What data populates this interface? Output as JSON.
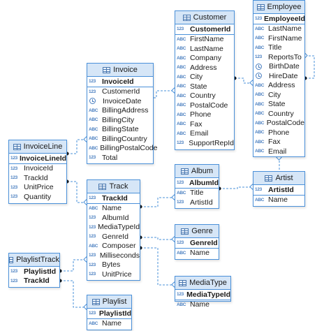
{
  "entities": {
    "employee": {
      "title": "Employee",
      "pk": [
        {
          "type": "123",
          "name": "EmployeeId"
        }
      ],
      "cols": [
        {
          "type": "ABC",
          "name": "LastName"
        },
        {
          "type": "ABC",
          "name": "FirstName"
        },
        {
          "type": "ABC",
          "name": "Title"
        },
        {
          "type": "123",
          "name": "ReportsTo"
        },
        {
          "type": "date",
          "name": "BirthDate"
        },
        {
          "type": "date",
          "name": "HireDate"
        },
        {
          "type": "ABC",
          "name": "Address"
        },
        {
          "type": "ABC",
          "name": "City"
        },
        {
          "type": "ABC",
          "name": "State"
        },
        {
          "type": "ABC",
          "name": "Country"
        },
        {
          "type": "ABC",
          "name": "PostalCode"
        },
        {
          "type": "ABC",
          "name": "Phone"
        },
        {
          "type": "ABC",
          "name": "Fax"
        },
        {
          "type": "ABC",
          "name": "Email"
        }
      ]
    },
    "customer": {
      "title": "Customer",
      "pk": [
        {
          "type": "123",
          "name": "CustomerId"
        }
      ],
      "cols": [
        {
          "type": "ABC",
          "name": "FirstName"
        },
        {
          "type": "ABC",
          "name": "LastName"
        },
        {
          "type": "ABC",
          "name": "Company"
        },
        {
          "type": "ABC",
          "name": "Address"
        },
        {
          "type": "ABC",
          "name": "City"
        },
        {
          "type": "ABC",
          "name": "State"
        },
        {
          "type": "ABC",
          "name": "Country"
        },
        {
          "type": "ABC",
          "name": "PostalCode"
        },
        {
          "type": "ABC",
          "name": "Phone"
        },
        {
          "type": "ABC",
          "name": "Fax"
        },
        {
          "type": "ABC",
          "name": "Email"
        },
        {
          "type": "123",
          "name": "SupportRepId"
        }
      ]
    },
    "invoice": {
      "title": "Invoice",
      "pk": [
        {
          "type": "123",
          "name": "InvoiceId"
        }
      ],
      "cols": [
        {
          "type": "123",
          "name": "CustomerId"
        },
        {
          "type": "date",
          "name": "InvoiceDate"
        },
        {
          "type": "ABC",
          "name": "BillingAddress"
        },
        {
          "type": "ABC",
          "name": "BillingCity"
        },
        {
          "type": "ABC",
          "name": "BillingState"
        },
        {
          "type": "ABC",
          "name": "BillingCountry"
        },
        {
          "type": "ABC",
          "name": "BillingPostalCode"
        },
        {
          "type": "123",
          "name": "Total"
        }
      ]
    },
    "invoiceline": {
      "title": "InvoiceLine",
      "pk": [
        {
          "type": "123",
          "name": "InvoiceLineId"
        }
      ],
      "cols": [
        {
          "type": "123",
          "name": "InvoiceId"
        },
        {
          "type": "123",
          "name": "TrackId"
        },
        {
          "type": "123",
          "name": "UnitPrice"
        },
        {
          "type": "123",
          "name": "Quantity"
        }
      ]
    },
    "track": {
      "title": "Track",
      "pk": [
        {
          "type": "123",
          "name": "TrackId"
        }
      ],
      "cols": [
        {
          "type": "ABC",
          "name": "Name"
        },
        {
          "type": "123",
          "name": "AlbumId"
        },
        {
          "type": "123",
          "name": "MediaTypeId"
        },
        {
          "type": "123",
          "name": "GenreId"
        },
        {
          "type": "ABC",
          "name": "Composer"
        },
        {
          "type": "123",
          "name": "Milliseconds"
        },
        {
          "type": "123",
          "name": "Bytes"
        },
        {
          "type": "123",
          "name": "UnitPrice"
        }
      ]
    },
    "album": {
      "title": "Album",
      "pk": [
        {
          "type": "123",
          "name": "AlbumId"
        }
      ],
      "cols": [
        {
          "type": "ABC",
          "name": "Title"
        },
        {
          "type": "123",
          "name": "ArtistId"
        }
      ]
    },
    "artist": {
      "title": "Artist",
      "pk": [
        {
          "type": "123",
          "name": "ArtistId"
        }
      ],
      "cols": [
        {
          "type": "ABC",
          "name": "Name"
        }
      ]
    },
    "genre": {
      "title": "Genre",
      "pk": [
        {
          "type": "123",
          "name": "GenreId"
        }
      ],
      "cols": [
        {
          "type": "ABC",
          "name": "Name"
        }
      ]
    },
    "mediatype": {
      "title": "MediaType",
      "pk": [
        {
          "type": "123",
          "name": "MediaTypeId"
        }
      ],
      "cols": [
        {
          "type": "ABC",
          "name": "Name"
        }
      ]
    },
    "playlisttrack": {
      "title": "PlaylistTrack",
      "pk": [
        {
          "type": "123",
          "name": "PlaylistId"
        },
        {
          "type": "123",
          "name": "TrackId"
        }
      ],
      "cols": []
    },
    "playlist": {
      "title": "Playlist",
      "pk": [
        {
          "type": "123",
          "name": "PlaylistId"
        }
      ],
      "cols": [
        {
          "type": "ABC",
          "name": "Name"
        }
      ]
    }
  },
  "colors": {
    "border": "#4a90d9",
    "header": "#d6e6f7",
    "link": "#4a90d9",
    "type": "#4a7fc0"
  }
}
